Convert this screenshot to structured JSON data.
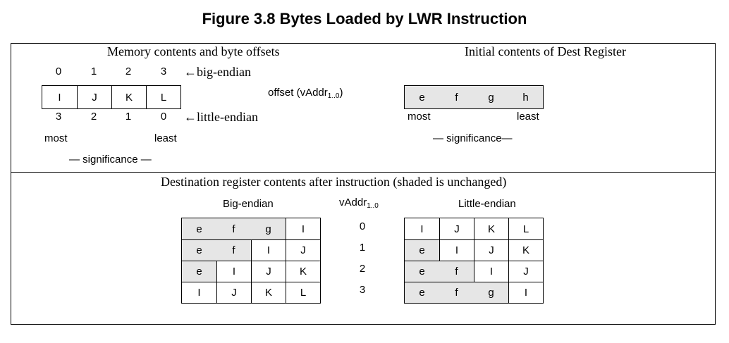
{
  "title": "Figure 3.8  Bytes Loaded by LWR Instruction",
  "top_left": {
    "heading": "Memory contents and byte offsets",
    "big_endian_offsets": [
      "0",
      "1",
      "2",
      "3"
    ],
    "big_endian_label": "←big-endian",
    "memory_bytes": [
      "I",
      "J",
      "K",
      "L"
    ],
    "little_endian_offsets": [
      "3",
      "2",
      "1",
      "0"
    ],
    "little_endian_label": "←little-endian",
    "most": "most",
    "least": "least",
    "significance": "— significance —"
  },
  "offset_label": {
    "prefix": "offset (vAddr",
    "subscript": "1..0",
    "suffix": ")"
  },
  "top_right": {
    "heading": "Initial contents of Dest Register",
    "bytes": [
      "e",
      "f",
      "g",
      "h"
    ],
    "most": "most",
    "least": "least",
    "significance": "— significance—"
  },
  "bottom": {
    "heading": "Destination register contents after instruction (shaded is unchanged)",
    "big_endian_label": "Big-endian",
    "little_endian_label": "Little-endian",
    "vaddr_label": {
      "prefix": "vAddr",
      "subscript": "1..0"
    },
    "vaddr_values": [
      "0",
      "1",
      "2",
      "3"
    ],
    "big_endian_rows": [
      {
        "bytes": [
          "e",
          "f",
          "g",
          "I"
        ],
        "shaded": 3
      },
      {
        "bytes": [
          "e",
          "f",
          "I",
          "J"
        ],
        "shaded": 2
      },
      {
        "bytes": [
          "e",
          "I",
          "J",
          "K"
        ],
        "shaded": 1
      },
      {
        "bytes": [
          "I",
          "J",
          "K",
          "L"
        ],
        "shaded": 0
      }
    ],
    "little_endian_rows": [
      {
        "bytes": [
          "I",
          "J",
          "K",
          "L"
        ],
        "shaded": 0
      },
      {
        "bytes": [
          "e",
          "I",
          "J",
          "K"
        ],
        "shaded": 1
      },
      {
        "bytes": [
          "e",
          "f",
          "I",
          "J"
        ],
        "shaded": 2
      },
      {
        "bytes": [
          "e",
          "f",
          "g",
          "I"
        ],
        "shaded": 3
      }
    ],
    "shade_color": "#e6e6e6"
  }
}
